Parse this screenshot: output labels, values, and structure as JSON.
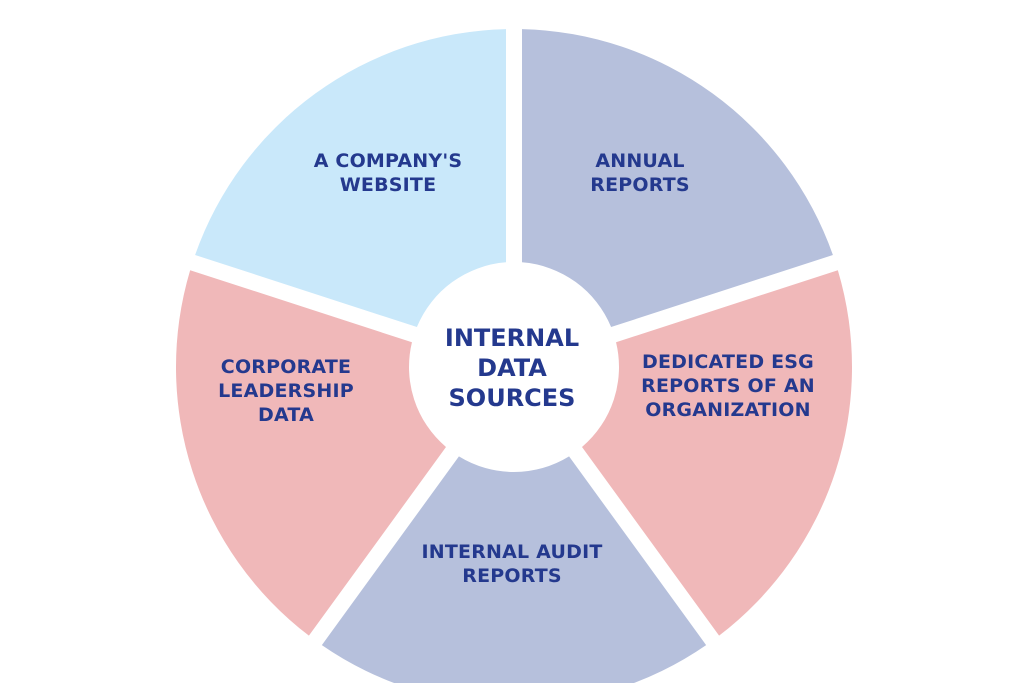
{
  "colors": {
    "light_blue": "#c9e8fa",
    "lavender": "#b6c0dc",
    "pink": "#f0b8b9",
    "text": "#24398e",
    "background": "#ffffff"
  },
  "center": {
    "lines": [
      "INTERNAL",
      "DATA",
      "SOURCES"
    ]
  },
  "segments": [
    {
      "id": "annual-reports",
      "lines": [
        "ANNUAL",
        "REPORTS"
      ],
      "color": "#b6c0dc"
    },
    {
      "id": "dedicated-esg-reports",
      "lines": [
        "DEDICATED ESG",
        "REPORTS OF AN",
        "ORGANIZATION"
      ],
      "color": "#f0b8b9"
    },
    {
      "id": "internal-audit-reports",
      "lines": [
        "INTERNAL AUDIT",
        "REPORTS"
      ],
      "color": "#b6c0dc"
    },
    {
      "id": "corporate-leadership-data",
      "lines": [
        "CORPORATE",
        "LEADERSHIP",
        "DATA"
      ],
      "color": "#f0b8b9"
    },
    {
      "id": "company-website",
      "lines": [
        "A COMPANY'S",
        "WEBSITE"
      ],
      "color": "#c9e8fa"
    }
  ]
}
